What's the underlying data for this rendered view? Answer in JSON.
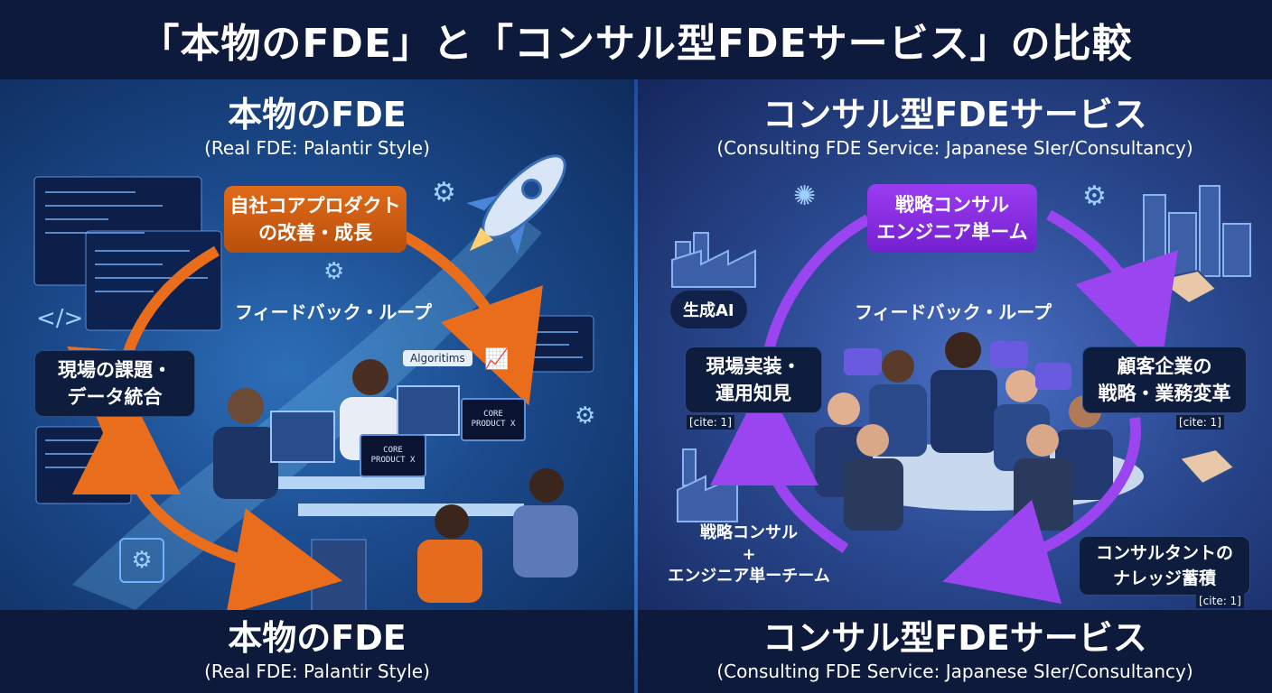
{
  "page": {
    "title": "「本物のFDE」と「コンサル型FDEサービス」の比較"
  },
  "left": {
    "title": "本物のFDE",
    "subtitle": "(Real FDE: Palantir Style)",
    "top_box": [
      "自社コアプロダクト",
      "の改善・成長"
    ],
    "left_box": [
      "現場の課題・",
      "データ統合"
    ],
    "loop_label": "フィードバック・ループ",
    "tag": "Algoritims",
    "screen_text": [
      "CORE",
      "PRODUCT X"
    ],
    "footer_title": "本物のFDE",
    "footer_subtitle": "(Real FDE: Palantir Style)",
    "colors": {
      "arrow": "#ea6d1c",
      "box": "#d2600f"
    }
  },
  "right": {
    "title": "コンサル型FDEサービス",
    "subtitle": "(Consulting FDE Service: Japanese SIer/Consultancy)",
    "top_box": [
      "戦略コンサル",
      "エンジニア単ーム"
    ],
    "bubble": "生成AI",
    "loop_label": "フィードバック・ループ",
    "left_box": [
      "現場実装・",
      "運用知見"
    ],
    "left_cite": "[cite: 1]",
    "right_box": [
      "顧客企業の",
      "戦略・業務変革"
    ],
    "right_cite": "[cite: 1]",
    "combo": [
      "戦略コンサル",
      "+",
      "エンジニア単ーチーム"
    ],
    "bottom_right_box": [
      "コンサルタントの",
      "ナレッジ蓄積"
    ],
    "bottom_cite": "[cite: 1]",
    "footer_title": "コンサル型FDEサービス",
    "footer_subtitle": "(Consulting FDE Service: Japanese SIer/Consultancy)",
    "colors": {
      "arrow": "#9a45f0",
      "box": "#8a30e8"
    }
  },
  "icons": {
    "left": [
      "code-icon",
      "gear-icon",
      "rocket-icon",
      "chart-icon"
    ],
    "right": [
      "factory-icon",
      "handshake-icon",
      "chat-icon",
      "city-icon"
    ]
  }
}
